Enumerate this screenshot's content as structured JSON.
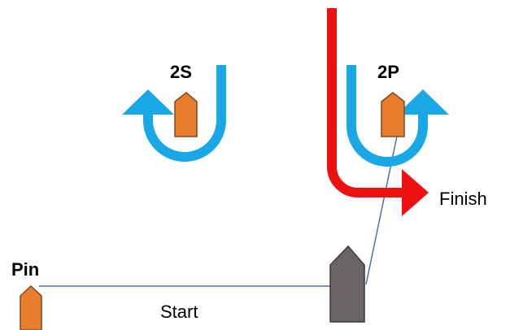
{
  "labels": {
    "mark_2s": "2S",
    "mark_2p": "2P",
    "finish": "Finish",
    "pin": "Pin",
    "start": "Start"
  },
  "colors": {
    "rounding_arrow": "#1aa7e6",
    "finish_arrow": "#ee1111",
    "mark_fill": "#e87d2c",
    "mark_stroke": "#7a4a24",
    "committee_boat_fill": "#6b6466",
    "committee_boat_stroke": "#3d3537",
    "line": "#4a6fb0"
  },
  "icons": {
    "mark_2s": "orange-buoy-icon",
    "mark_2p": "orange-buoy-icon",
    "pin": "orange-buoy-icon",
    "committee_boat": "boat-icon",
    "rounding_2s": "counterclockwise-u-turn-arrow",
    "rounding_2p": "clockwise-u-turn-arrow",
    "finish": "red-right-angle-arrow"
  }
}
